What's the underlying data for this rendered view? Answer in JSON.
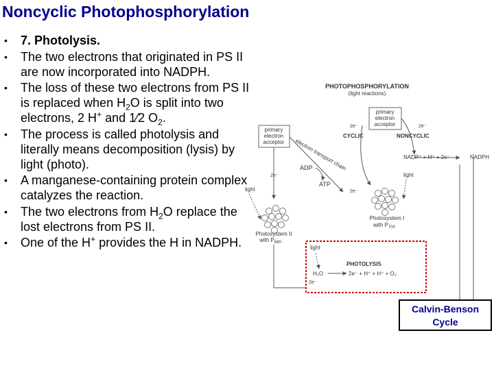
{
  "slide": {
    "title": "Noncyclic Photophosphorylation",
    "bullets": [
      {
        "parts": [
          {
            "t": "7. Photolysis.",
            "style": "bold"
          }
        ]
      },
      {
        "parts": [
          {
            "t": "The two electrons that originated in PS II are now incorporated into NADPH."
          }
        ]
      },
      {
        "parts": [
          {
            "t": "The loss of these two electrons from PS II is replaced when H"
          },
          {
            "t": "2",
            "style": "sub"
          },
          {
            "t": "O is split into two electrons, 2 H"
          },
          {
            "t": "+",
            "style": "sup"
          },
          {
            "t": " and 1⁄2 O"
          },
          {
            "t": "2",
            "style": "sub"
          },
          {
            "t": "."
          }
        ]
      },
      {
        "parts": [
          {
            "t": "The process is called photolysis and literally means decomposition (lysis) by light (photo)."
          }
        ]
      },
      {
        "parts": [
          {
            "t": "A manganese-containing protein complex catalyzes the reaction."
          }
        ]
      },
      {
        "parts": [
          {
            "t": "The two electrons from H"
          },
          {
            "t": "2",
            "style": "sub"
          },
          {
            "t": "O replace the lost electrons from PS II."
          }
        ]
      },
      {
        "parts": [
          {
            "t": "One of the H"
          },
          {
            "t": "+",
            "style": "sup"
          },
          {
            "t": " provides the H in NADPH."
          }
        ]
      }
    ]
  },
  "diagram": {
    "header": "PHOTOPHOSPHORYLATION",
    "subheader": "(light reactions)",
    "acceptor_center": [
      "primary",
      "electron",
      "acceptor"
    ],
    "acceptor_left": [
      "primary",
      "electron",
      "acceptor"
    ],
    "cyclic": "CYCLIC",
    "noncyclic": "NONCYCLIC",
    "e_2": "2e⁻",
    "transport_chain": "electron transport chain",
    "adp": "ADP",
    "atp": "ATP",
    "nadp_equation": "NADP⁺ + H⁺ + 2e⁻",
    "nadph": "NADPH",
    "light": "light",
    "ps1_label": "Photosystem I",
    "ps1_sub": "with P",
    "ps1_subscript": "700",
    "ps2_label": "Photosystem II",
    "ps2_sub": "with P",
    "ps2_subscript": "680",
    "photolysis_title": "PHOTOLYSIS",
    "h2o": "H₂O",
    "photolysis_eq": "2e⁻ + H⁺ + H⁺ + O₂"
  },
  "calvin": {
    "line1": "Calvin-Benson",
    "line2": "Cycle"
  },
  "colors": {
    "title": "#00008b",
    "highlight": "#cc0000",
    "diagram_ink": "#555555"
  }
}
